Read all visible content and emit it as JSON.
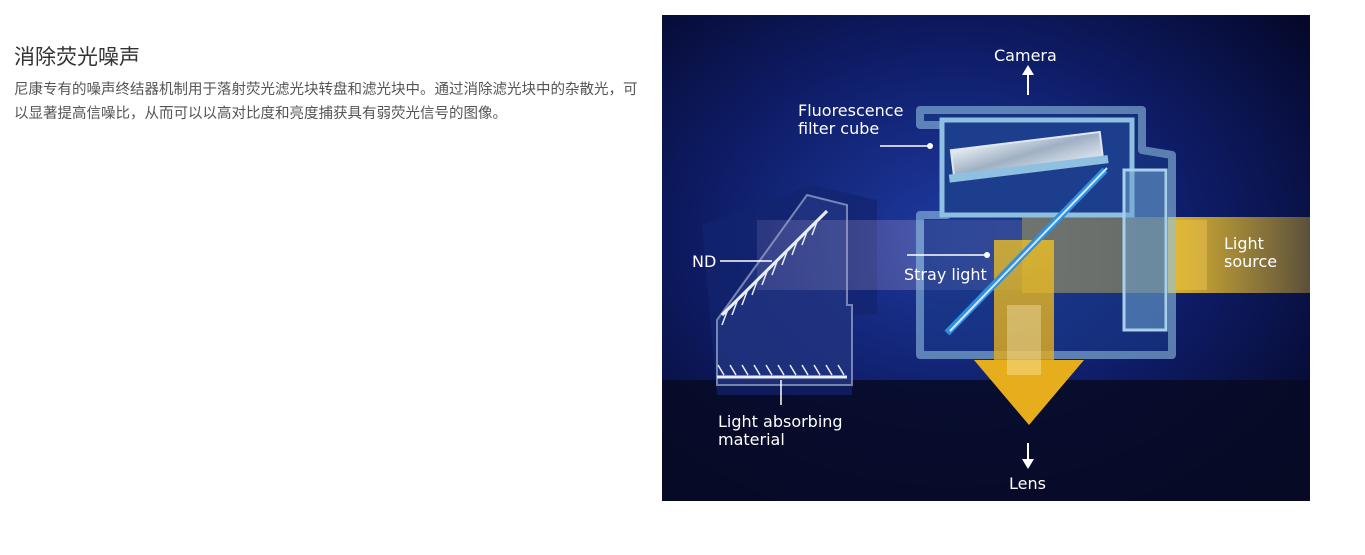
{
  "article": {
    "heading": "消除荧光噪声",
    "description": "尼康专有的噪声终结器机制用于落射荧光滤光块转盘和滤光块中。通过消除滤光块中的杂散光，可以显著提高信噪比，从而可以以高对比度和亮度捕获具有弱荧光信号的图像。"
  },
  "diagram": {
    "labels": {
      "camera": "Camera",
      "filter_cube_1": "Fluorescence",
      "filter_cube_2": "filter cube",
      "nd": "ND",
      "stray_light": "Stray light",
      "light_source_1": "Light",
      "light_source_2": "source",
      "absorbing_1": "Light absorbing",
      "absorbing_2": "material",
      "lens": "Lens"
    },
    "colors": {
      "background": "#060a2a",
      "housing": "#7fb3d6",
      "light_beam": "#f3c423",
      "mirror": "#2f8fe0"
    }
  }
}
